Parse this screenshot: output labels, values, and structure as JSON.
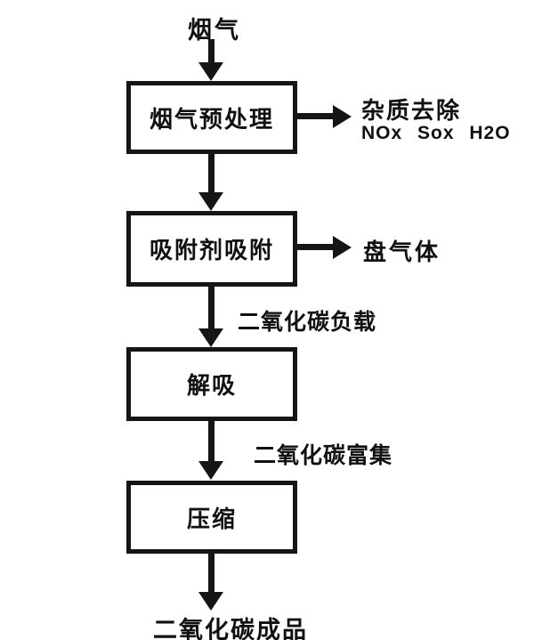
{
  "diagram": {
    "type": "flowchart",
    "background_color": "#ffffff",
    "ink_color": "#151515",
    "input_label": "烟气",
    "steps": [
      "烟气预处理",
      "吸附剂吸附",
      "解吸",
      "压缩"
    ],
    "branches": [
      {
        "line1": "杂质去除",
        "line2": "NOx Sox H2O"
      },
      {
        "line1": "盘气体",
        "line2": ""
      }
    ],
    "arrow_labels": [
      "二氧化碳负载",
      "二氧化碳富集"
    ],
    "output_label": "二氧化碳成品"
  }
}
